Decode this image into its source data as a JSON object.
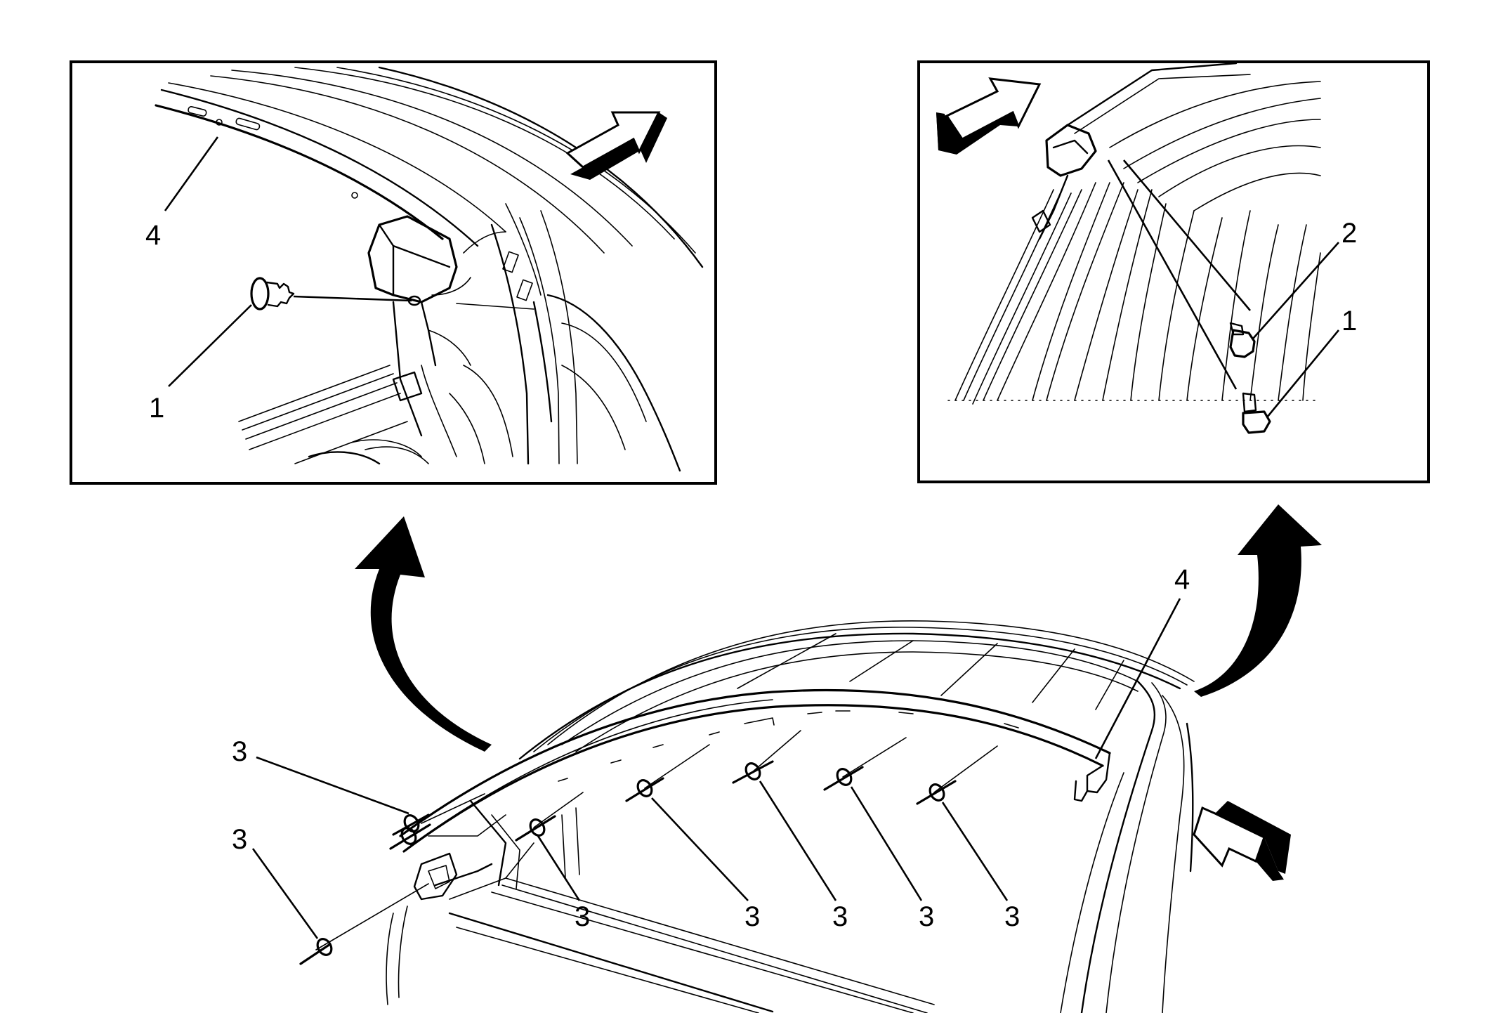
{
  "callouts": {
    "left_inset": {
      "label_4": "4",
      "label_1": "1"
    },
    "right_inset": {
      "label_2": "2",
      "label_1": "1"
    },
    "main_view": {
      "label_4": "4",
      "label_3_a": "3",
      "label_3_b": "3",
      "label_3_c": "3",
      "label_3_d": "3",
      "label_3_e": "3",
      "label_3_f": "3",
      "label_3_g": "3"
    }
  },
  "icons": {
    "direction_arrow_left_inset": "view-direction-arrow-icon",
    "direction_arrow_right_inset": "view-direction-arrow-icon",
    "direction_arrow_main": "view-direction-arrow-icon",
    "curved_arrow_left": "curved-detail-arrow-icon",
    "curved_arrow_right": "curved-detail-arrow-icon",
    "fastener": "fastener-icon"
  },
  "colors": {
    "line": "#000000",
    "background": "#ffffff"
  }
}
